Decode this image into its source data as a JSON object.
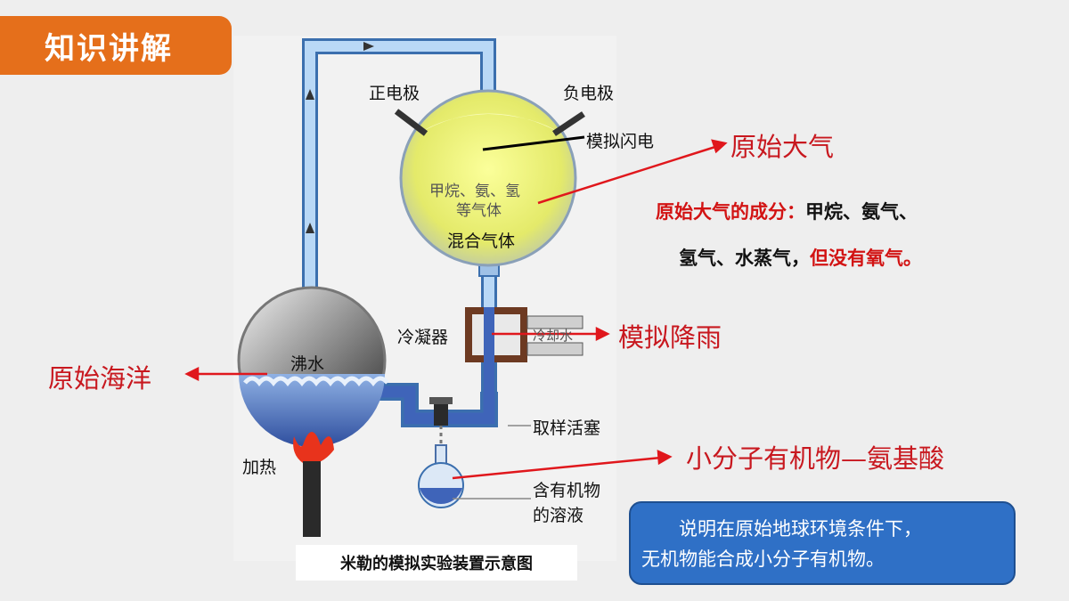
{
  "header": {
    "badge": "知识讲解"
  },
  "diagram": {
    "labels": {
      "positive_electrode": "正电极",
      "negative_electrode": "负电极",
      "simulated_lightning": "模拟闪电",
      "gas_composition_line1": "甲烷、氨、氢",
      "gas_composition_line2": "等气体",
      "mixed_gas": "混合气体",
      "condenser": "冷凝器",
      "cooling_water": "冷却水",
      "boiling_water": "沸水",
      "heating": "加热",
      "sampling_valve": "取样活塞",
      "solution_line1": "含有机物",
      "solution_line2": "的溶液"
    },
    "caption": "米勒的模拟实验装置示意图"
  },
  "annotations": {
    "primitive_atmosphere": "原始大气",
    "simulated_rain": "模拟降雨",
    "primitive_ocean": "原始海洋",
    "amino_acid": "小分子有机物—氨基酸"
  },
  "composition": {
    "label": "原始大气的成分：",
    "items_line1": "甲烷、氨气、",
    "items_line2": "氢气、水蒸气，",
    "no_oxygen": "但没有氧气。"
  },
  "conclusion": {
    "line1": "说明在原始地球环境条件下，",
    "line2": "无机物能合成小分子有机物。"
  },
  "colors": {
    "badge": "#e56f1b",
    "arrow": "#e0171c",
    "annotation_text": "#c8181f",
    "note_box": "#2f70c6",
    "gas": "#e8ec76",
    "water": "#3f64b9"
  }
}
